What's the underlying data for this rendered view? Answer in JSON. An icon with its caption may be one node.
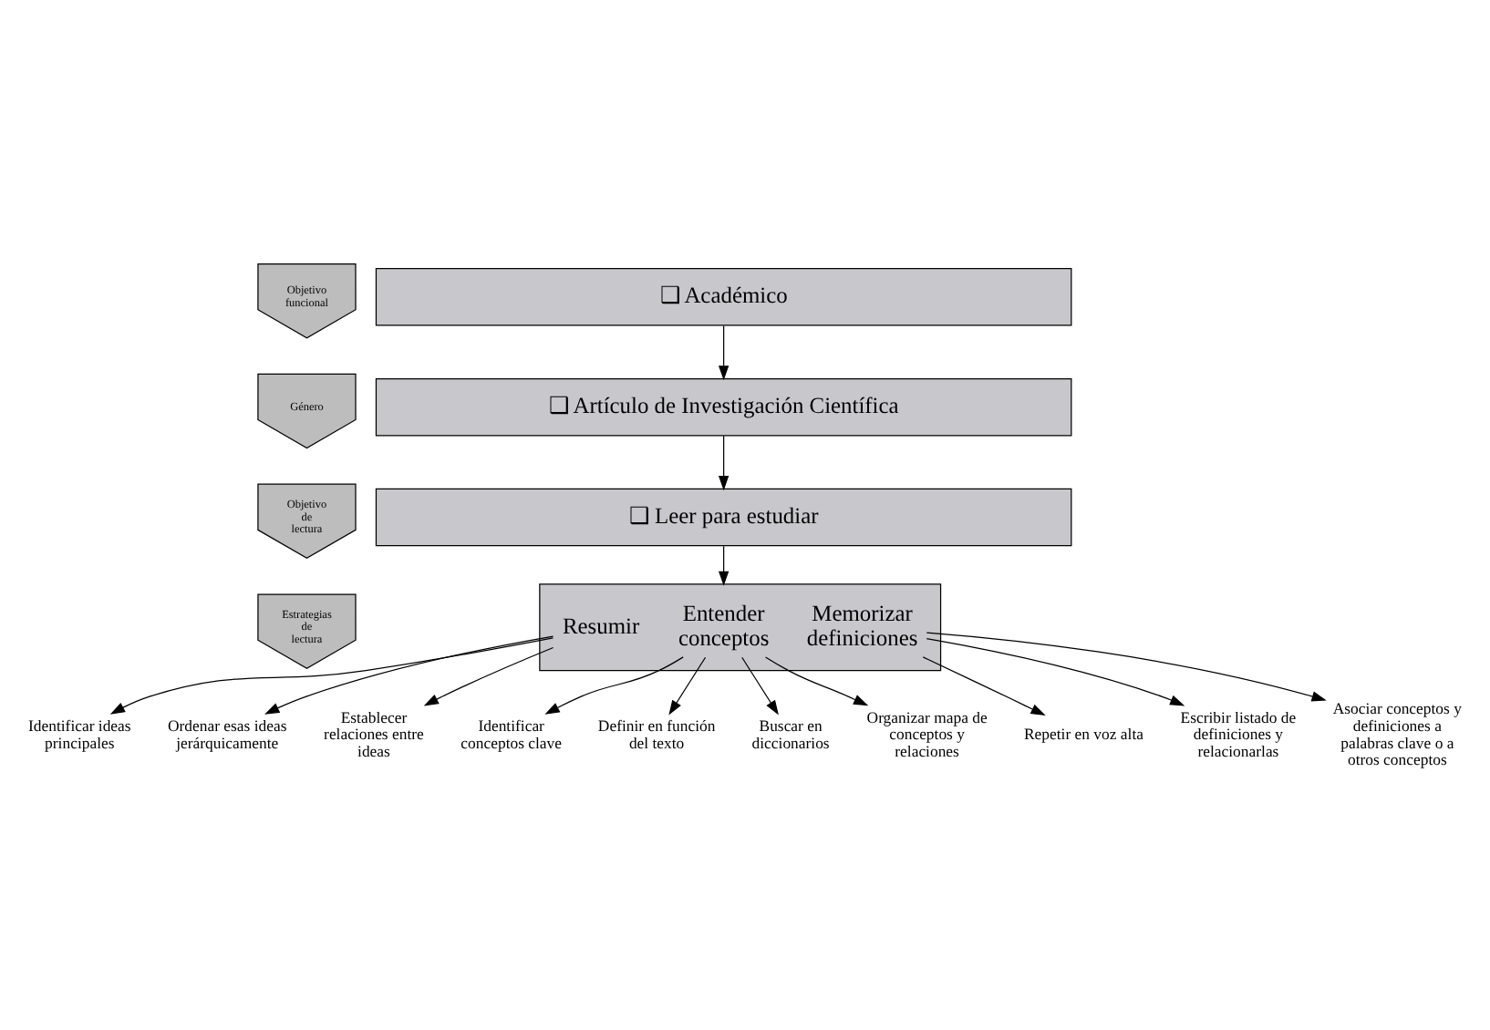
{
  "diagram": {
    "nodes": [
      {
        "text": [
          "Objetivo funcional"
        ]
      },
      {
        "text": [
          "❑ Académico"
        ]
      },
      {
        "text": [
          "Género"
        ]
      },
      {
        "text": [
          "❑ Artículo de Investigación Científica"
        ]
      },
      {
        "text": [
          "Objetivo de lectura"
        ]
      },
      {
        "text": [
          "❑ Leer para estudiar"
        ]
      },
      {
        "text": [
          "Estrategias de lectura"
        ]
      },
      {
        "text": [],
        "shape": "box"
      },
      {
        "text": [
          "Resumir"
        ],
        "in": 7
      },
      {
        "text": [
          "Entender conceptos"
        ],
        "in": 7
      },
      {
        "text": [
          "Memorizar definiciones"
        ],
        "in": 7
      },
      {
        "text": [
          "Identificar ideas principales"
        ]
      },
      {
        "text": [
          "Ordenar esas ideas jerárquicamente"
        ]
      },
      {
        "text": [
          "Establecer relaciones entre ideas"
        ]
      },
      {
        "text": [
          "Identificar conceptos clave"
        ]
      },
      {
        "text": [
          "Definir en función del texto"
        ]
      },
      {
        "text": [
          "Buscar en diccionarios"
        ]
      },
      {
        "text": [
          "Organizar mapa de conceptos y relaciones"
        ]
      },
      {
        "text": [
          "Repetir en voz alta"
        ]
      },
      {
        "text": [
          "Escribir listado de definiciones y relacionarlas"
        ]
      },
      {
        "text": [
          "Asociar conceptos y definiciones a palabras clave o a otros conceptos"
        ]
      }
    ],
    "edges": [
      {
        "from": 1,
        "to": 3,
        "arrow": "to"
      },
      {
        "from": 3,
        "to": 5,
        "arrow": "to"
      },
      {
        "from": 5,
        "to": 7,
        "arrow": "to"
      },
      {
        "from": 8,
        "to": 11,
        "arrow": "to"
      },
      {
        "from": 8,
        "to": 12,
        "arrow": "to"
      },
      {
        "from": 8,
        "to": 13,
        "arrow": "to"
      },
      {
        "from": 9,
        "to": 14,
        "arrow": "to"
      },
      {
        "from": 9,
        "to": 15,
        "arrow": "to"
      },
      {
        "from": 9,
        "to": 16,
        "arrow": "to"
      },
      {
        "from": 9,
        "to": 17,
        "arrow": "to"
      },
      {
        "from": 10,
        "to": 18,
        "arrow": "to"
      },
      {
        "from": 10,
        "to": 19,
        "arrow": "to"
      },
      {
        "from": 10,
        "to": 20,
        "arrow": "to"
      }
    ]
  }
}
